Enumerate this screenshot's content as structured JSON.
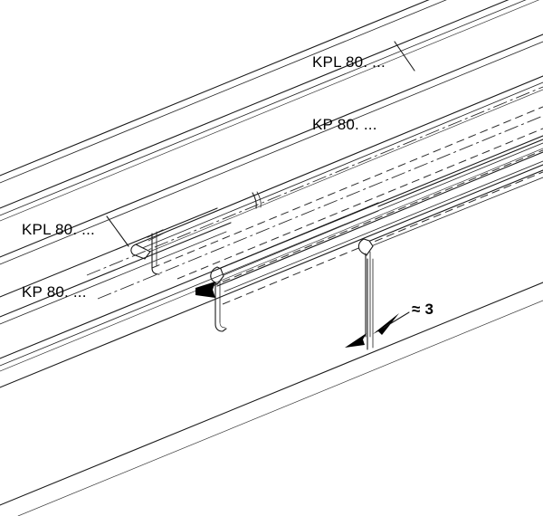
{
  "drawing": {
    "kind": "technical-line-drawing",
    "subject": "cable trunking duct assembly with snap-on cover profile",
    "projection": "isometric",
    "background_color": "#ffffff",
    "line_color": "#1a1a1a",
    "hidden_line_style": "dashed",
    "center_line_style": "dash-dot"
  },
  "labels": {
    "top": {
      "line1": "KPL 80. ...",
      "line2": "KP 80. ..."
    },
    "left": {
      "line1": "KPL 80. ...",
      "line2": "KP 80. ..."
    }
  },
  "dimension": {
    "value_label": "≈ 3",
    "approx_symbol": "≈",
    "value": "3"
  },
  "annotations": {
    "insertion_arrow": "arrow indicating cover insertion direction",
    "leader_top": "leader line from top label to duct edge",
    "leader_left": "leader line from left label to duct edge"
  }
}
